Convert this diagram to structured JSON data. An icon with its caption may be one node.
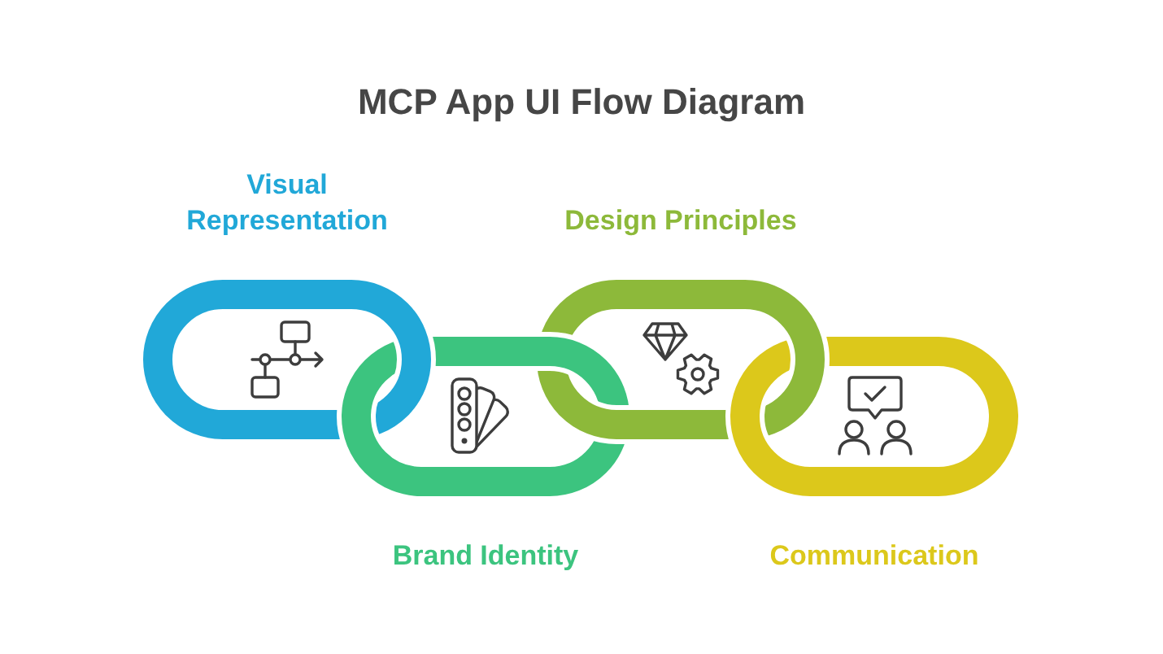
{
  "diagram": {
    "title": "MCP App UI Flow Diagram",
    "nodes": [
      {
        "text": [
          "Visual Representation"
        ]
      },
      {
        "text": [
          "Brand Identity"
        ]
      },
      {
        "text": [
          "Design Principles"
        ]
      },
      {
        "text": [
          "Communication"
        ]
      }
    ]
  }
}
